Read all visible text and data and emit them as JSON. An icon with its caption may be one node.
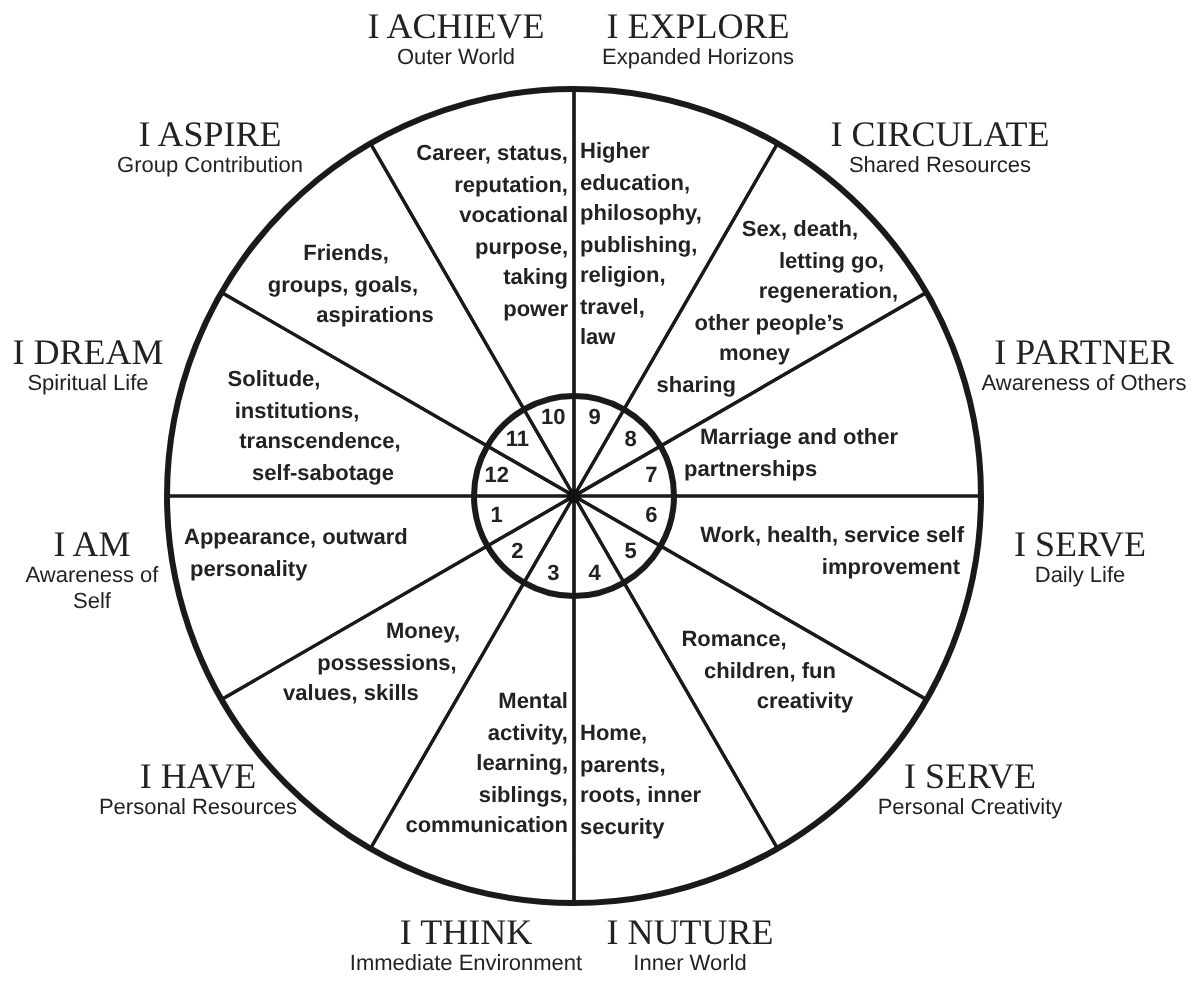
{
  "diagram": {
    "nodes": [
      {
        "text": [],
        "shape": "circle"
      },
      {
        "text": [
          "Appearance, outward personality",
          "1"
        ],
        "in": 0,
        "beside": [
          "I AM",
          "Awareness of Self"
        ]
      },
      {
        "text": [
          "Money, possessions, values, skills",
          "2"
        ],
        "in": 0,
        "beside": [
          "I HAVE",
          "Personal Resources"
        ]
      },
      {
        "text": [
          "3",
          "Mental activity, learning, siblings, communication"
        ],
        "in": 0,
        "beside": [
          "I THINK",
          "Immediate Environment"
        ]
      },
      {
        "text": [
          "4",
          "Home, parents, roots, inner security"
        ],
        "in": 0,
        "beside": [
          "I NUTURE",
          "Inner World"
        ]
      },
      {
        "text": [
          "5",
          "Romance, children, fun creativity"
        ],
        "in": 0,
        "beside": [
          "I SERVE",
          "Personal Creativity"
        ]
      },
      {
        "text": [
          "6",
          "Work, health, service self improvement"
        ],
        "in": 0,
        "beside": [
          "I SERVE",
          "Daily Life"
        ]
      },
      {
        "text": [
          "7",
          "Marriage and other partnerships"
        ],
        "in": 0,
        "beside": [
          "I PARTNER",
          "Awareness of Others"
        ]
      },
      {
        "text": [
          "Sex, death, letting go, regeneration, other people’s money sharing",
          "8"
        ],
        "in": 0,
        "beside": [
          "I CIRCULATE",
          "Shared Resources"
        ]
      },
      {
        "text": [
          "Higher education, philosophy, publishing, religion, travel, law",
          "9"
        ],
        "in": 0,
        "beside": [
          "I EXPLORE",
          "Expanded Horizons"
        ]
      },
      {
        "text": [
          "Career, status, reputation, vocational purpose, taking power",
          "10"
        ],
        "in": 0,
        "beside": [
          "I ACHIEVE",
          "Outer World"
        ]
      },
      {
        "text": [
          "Friends, groups, goals, aspirations",
          "11"
        ],
        "in": 0,
        "beside": [
          "I ASPIRE",
          "Group Contribution"
        ]
      },
      {
        "text": [
          "Solitude, institutions, transcendence, self-sabotage",
          "12"
        ],
        "in": 0,
        "beside": [
          "I DREAM",
          "Spiritual Life"
        ]
      }
    ]
  }
}
